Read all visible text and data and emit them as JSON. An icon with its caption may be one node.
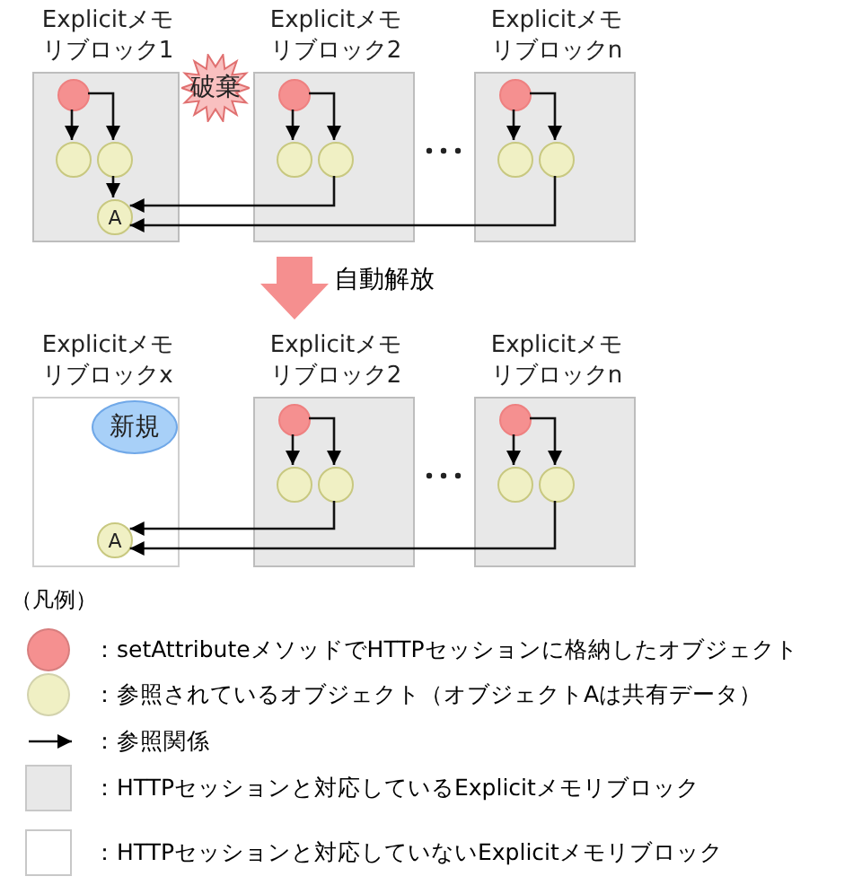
{
  "diagram": {
    "nodes": [
      {
        "text": [
          "Explicitメモリブロック1"
        ]
      },
      {
        "text": [],
        "shape": "circle",
        "in": 0
      },
      {
        "text": [],
        "shape": "circle",
        "in": 0
      },
      {
        "text": [],
        "shape": "circle",
        "in": 0
      },
      {
        "text": [
          "A"
        ],
        "in": 0
      },
      {
        "text": [
          "破棄"
        ]
      },
      {
        "text": [
          "Explicitメモリブロック2"
        ]
      },
      {
        "text": [],
        "shape": "circle",
        "in": 6
      },
      {
        "text": [],
        "shape": "circle",
        "in": 6
      },
      {
        "text": [],
        "shape": "circle",
        "in": 6
      },
      {
        "text": [
          "Explicitメモリブロックn"
        ]
      },
      {
        "text": [],
        "shape": "circle",
        "in": 10
      },
      {
        "text": [],
        "shape": "circle",
        "in": 10
      },
      {
        "text": [],
        "shape": "circle",
        "in": 10
      },
      {
        "text": [
          "Explicitメモリブロックx"
        ]
      },
      {
        "text": [
          "新規"
        ],
        "in": 14
      },
      {
        "text": [
          "A"
        ],
        "in": 14
      },
      {
        "text": [
          "Explicitメモリブロック2"
        ]
      },
      {
        "text": [],
        "shape": "circle",
        "in": 17
      },
      {
        "text": [],
        "shape": "circle",
        "in": 17
      },
      {
        "text": [],
        "shape": "circle",
        "in": 17
      },
      {
        "text": [
          "Explicitメモリブロックn"
        ]
      },
      {
        "text": [],
        "shape": "circle",
        "in": 21
      },
      {
        "text": [],
        "shape": "circle",
        "in": 21
      },
      {
        "text": [],
        "shape": "circle",
        "in": 21
      }
    ],
    "edges": [
      {
        "from": 1,
        "to": 2,
        "arrow": "to"
      },
      {
        "from": 1,
        "to": 3,
        "arrow": "to"
      },
      {
        "from": 3,
        "to": 4,
        "arrow": "to"
      },
      {
        "from": 7,
        "to": 8,
        "arrow": "to"
      },
      {
        "from": 7,
        "to": 9,
        "arrow": "to"
      },
      {
        "from": 9,
        "to": 4,
        "arrow": "to"
      },
      {
        "from": 11,
        "to": 12,
        "arrow": "to"
      },
      {
        "from": 11,
        "to": 13,
        "arrow": "to"
      },
      {
        "from": 13,
        "to": 4,
        "arrow": "to"
      },
      {
        "from": 18,
        "to": 19,
        "arrow": "to"
      },
      {
        "from": 18,
        "to": 20,
        "arrow": "to"
      },
      {
        "from": 20,
        "to": 16,
        "arrow": "to"
      },
      {
        "from": 22,
        "to": 23,
        "arrow": "to"
      },
      {
        "from": 22,
        "to": 24,
        "arrow": "to"
      },
      {
        "from": 24,
        "to": 16,
        "arrow": "to"
      }
    ],
    "labels": [
      "自動解放",
      "（凡例）"
    ],
    "legend": [
      {
        "text": "：setAttributeメソッドでHTTPセッションに格納したオブジェクト",
        "color": "#f59090"
      },
      {
        "text": "：参照されているオブジェクト（オブジェクトAは共有データ）",
        "color": "#f0f0c4"
      },
      {
        "text": "：参照関係"
      },
      {
        "text": "：HTTPセッションと対応しているExplicitメモリブロック",
        "color": "#e8e8e8"
      },
      {
        "text": "：HTTPセッションと対応していないExplicitメモリブロック",
        "color": "#ffffff"
      }
    ]
  }
}
